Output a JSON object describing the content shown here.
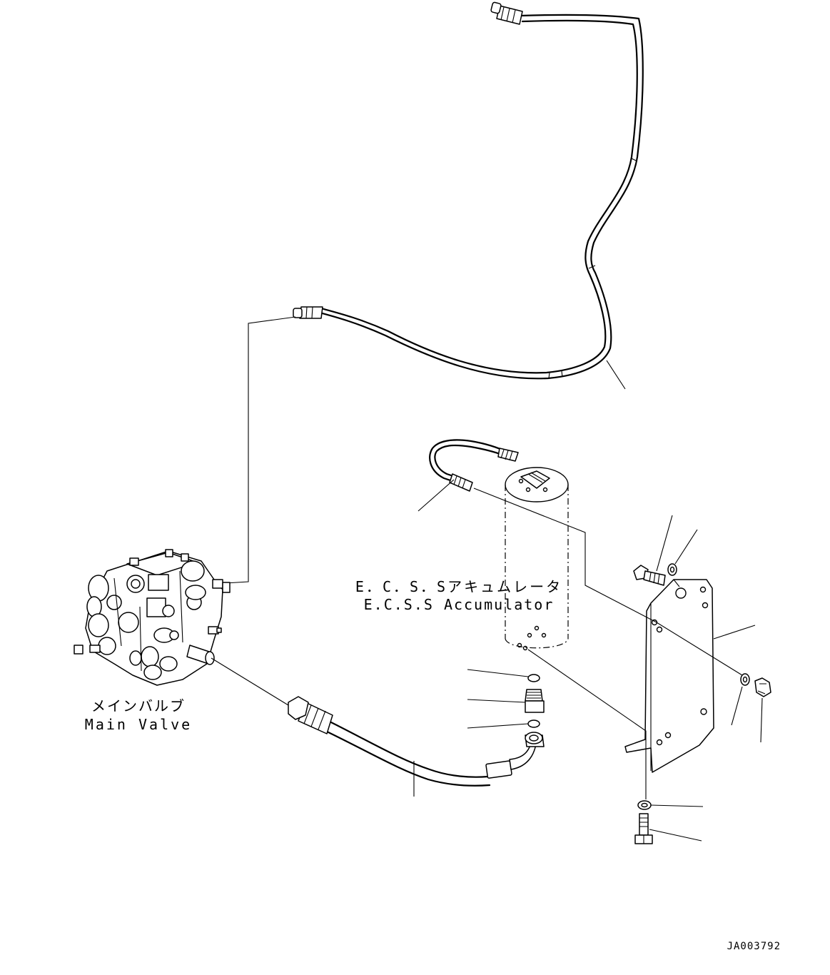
{
  "labels": {
    "accumulator_jp": "E．C．S．Sアキュムレータ",
    "accumulator_en": "E.C.S.S Accumulator",
    "main_valve_jp": "メインバルブ",
    "main_valve_en": "Main Valve",
    "drawing_number": "JA003792"
  }
}
